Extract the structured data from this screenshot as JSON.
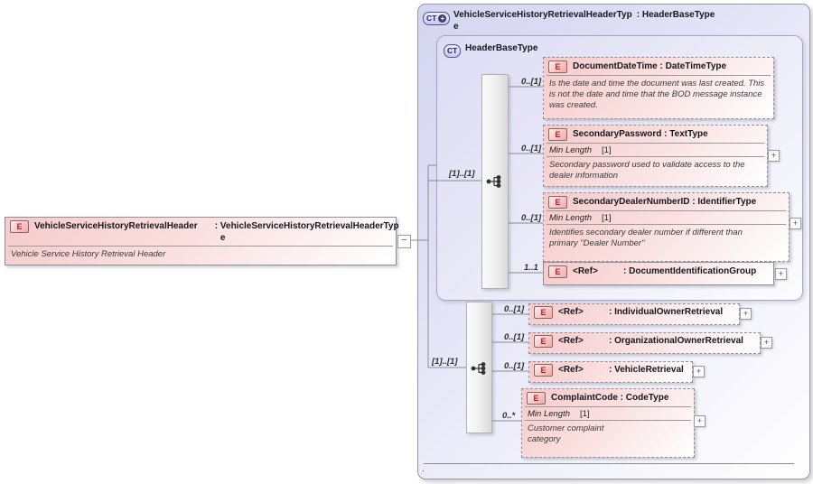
{
  "root_element": {
    "icon": "E",
    "name": "VehicleServiceHistoryRetrievalHeader",
    "colon": " : ",
    "type": "VehicleServiceHistoryRetrievalHeaderType",
    "annotation": "Vehicle Service History Retrieval Header"
  },
  "collapse_label": "−",
  "complex_type": {
    "icon": "CT",
    "plus": "+",
    "name": "VehicleServiceHistoryRetrievalHeaderType",
    "colon": " : ",
    "base_type": "HeaderBaseType",
    "footer_text": "."
  },
  "base_box": {
    "icon": "CT",
    "title": "HeaderBaseType",
    "cardinality": "[1]..[1]",
    "children": [
      {
        "card": "0..[1]",
        "icon": "E",
        "name": "DocumentDateTime",
        "colon": " : ",
        "type": "DateTimeType",
        "annotation": "Is the date and time the document was last created. This is not the date and time that the BOD message instance was created."
      },
      {
        "card": "0..[1]",
        "icon": "E",
        "name": "SecondaryPassword",
        "colon": " : ",
        "type": "TextType",
        "facet_label": "Min Length",
        "facet_value": "[1]",
        "annotation": "Secondary password used to validate access to the dealer information",
        "expand": "+"
      },
      {
        "card": "0..[1]",
        "icon": "E",
        "name": "SecondaryDealerNumberID",
        "colon": " : ",
        "type": "IdentifierType",
        "facet_label": "Min Length",
        "facet_value": "[1]",
        "annotation": "Identifies secondary dealer number if different than primary \"Dealer Number\"",
        "expand": "+"
      },
      {
        "card": "1..1",
        "icon": "E",
        "name": "<Ref>",
        "colon": ": ",
        "type": "DocumentIdentificationGroup",
        "expand": "+"
      }
    ]
  },
  "extension_group": {
    "cardinality": "[1]..[1]",
    "children": [
      {
        "card": "0..[1]",
        "icon": "E",
        "name": "<Ref>",
        "colon": ": ",
        "type": "IndividualOwnerRetrieval",
        "expand": "+"
      },
      {
        "card": "0..[1]",
        "icon": "E",
        "name": "<Ref>",
        "colon": ": ",
        "type": "OrganizationalOwnerRetrieval",
        "expand": "+"
      },
      {
        "card": "0..[1]",
        "icon": "E",
        "name": "<Ref>",
        "colon": ": ",
        "type": "VehicleRetrieval",
        "expand": "+"
      },
      {
        "card": "0..*",
        "icon": "E",
        "name": "ComplaintCode",
        "colon": " : ",
        "type": "CodeType",
        "facet_label": "Min Length",
        "facet_value": "[1]",
        "annotation": "Customer complaint category",
        "expand": "+"
      }
    ]
  }
}
